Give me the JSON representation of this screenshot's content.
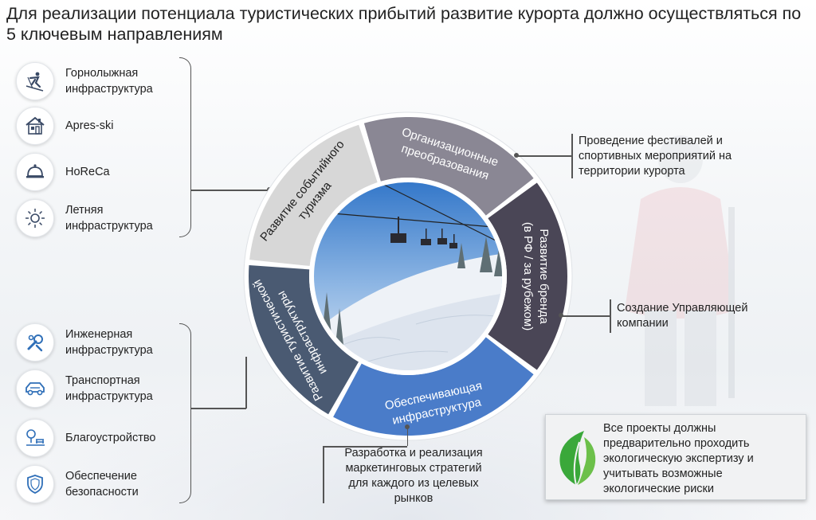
{
  "title": "Для реализации потенциала туристических прибытий развитие курорта должно осуществляться по 5 ключевым направлениям",
  "left_groups": {
    "tourist": [
      {
        "icon": "skier-icon",
        "label": "Горнолыжная\nинфраструктура"
      },
      {
        "icon": "chalet-icon",
        "label": "Apres-ski"
      },
      {
        "icon": "cloche-icon",
        "label": "HoReCa"
      },
      {
        "icon": "sun-icon",
        "label": "Летняя\nинфраструктура"
      }
    ],
    "supporting": [
      {
        "icon": "wrench-icon",
        "label": "Инженерная\nинфраструктура"
      },
      {
        "icon": "car-icon",
        "label": "Транспортная\nинфраструктура"
      },
      {
        "icon": "park-icon",
        "label": "Благоустройство"
      },
      {
        "icon": "shield-icon",
        "label": "Обеспечение\nбезопасности"
      }
    ]
  },
  "ring": {
    "segments": [
      {
        "line1": "Развитие туристической",
        "line2": "инфраструктуры",
        "color": "#4a5a72"
      },
      {
        "line1": "Развитие событийного",
        "line2": "туризма",
        "color": "#d7d7d7"
      },
      {
        "line1": "Организационные",
        "line2": "преобразования",
        "color": "#8a8794"
      },
      {
        "line1": "Развитие бренда",
        "line2": "(в РФ / за рубежом)",
        "color": "#4a4656"
      },
      {
        "line1": "Обеспечивающая",
        "line2": "инфраструктура",
        "color": "#4a7cc9"
      }
    ]
  },
  "callouts": {
    "events": "Проведение фестивалей и\nспортивных мероприятий на\nтерритории курорта",
    "management": "Создание Управляющей\nкомпании",
    "brand": "Разработка и реализация\nмаркетинговых стратегий\nдля каждого из целевых\nрынков"
  },
  "eco": {
    "icon": "leaf-icon",
    "text": "Все проекты должны\nпредварительно проходить\nэкологическую экспертизу и\nучитывать возможные\nэкологические риски",
    "leaf_color": "#3aa83a"
  }
}
